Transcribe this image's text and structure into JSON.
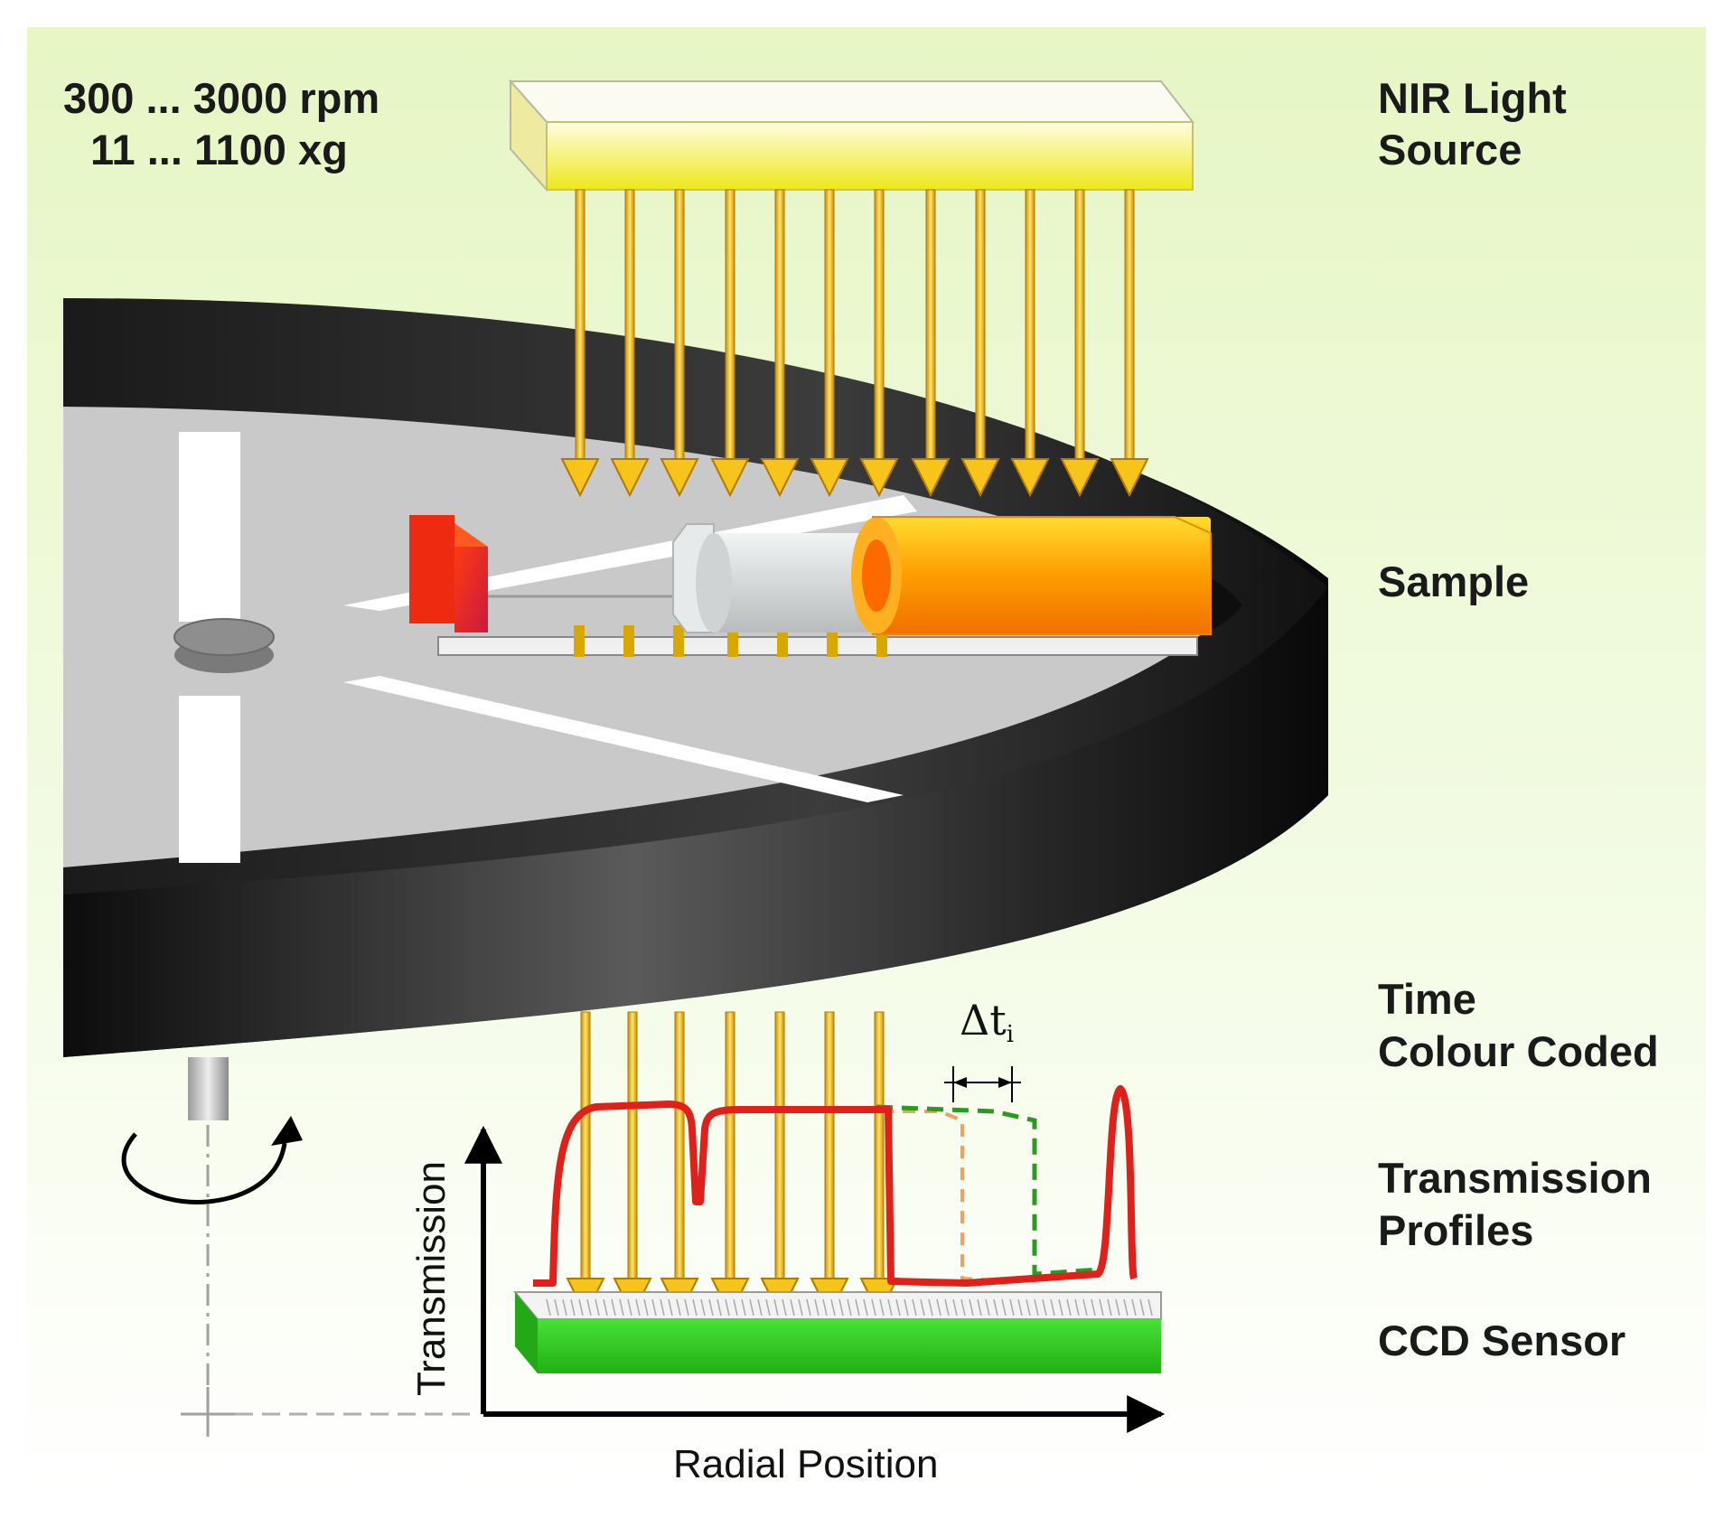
{
  "speed": {
    "rpm_text": "300 ... 3000 rpm",
    "xg_text": "11 ... 1100 xg"
  },
  "labels": {
    "light_source_line1": "NIR Light",
    "light_source_line2": "Source",
    "sample": "Sample",
    "time_line1": "Time",
    "time_line2": "Colour Coded",
    "profiles_line1": "Transmission",
    "profiles_line2": "Profiles",
    "sensor": "CCD Sensor"
  },
  "delta": {
    "symbol": "Δt",
    "subscript": "i"
  },
  "axes": {
    "y_label": "Transmission",
    "x_label": "Radial Position"
  },
  "colors": {
    "background_top": "#eaf7c9",
    "background_bottom": "#ffffff",
    "disc": "#1e1e1e",
    "light_source": "#f4f03a",
    "arrows": "#e8b400",
    "sample_tube": "#ff9a00",
    "meniscus_block": "#e83020",
    "ccd_sensor": "#2fd11f",
    "profile_current": "#e0201a",
    "profile_previous": "#2a9a20",
    "profile_earlier": "#f0a060"
  },
  "icons": {
    "rotation": "curved-arrow-icon"
  }
}
